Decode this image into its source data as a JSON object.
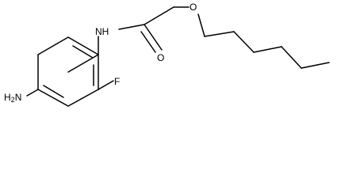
{
  "colors": {
    "background": "#ffffff",
    "bond": "#000000",
    "label": "#000000"
  },
  "atoms": {
    "nh": "NH",
    "o_carbonyl": "O",
    "o_ether": "O",
    "fluorine": "F",
    "amino_h": "H",
    "amino_sub": "2",
    "amino_n": "N"
  }
}
